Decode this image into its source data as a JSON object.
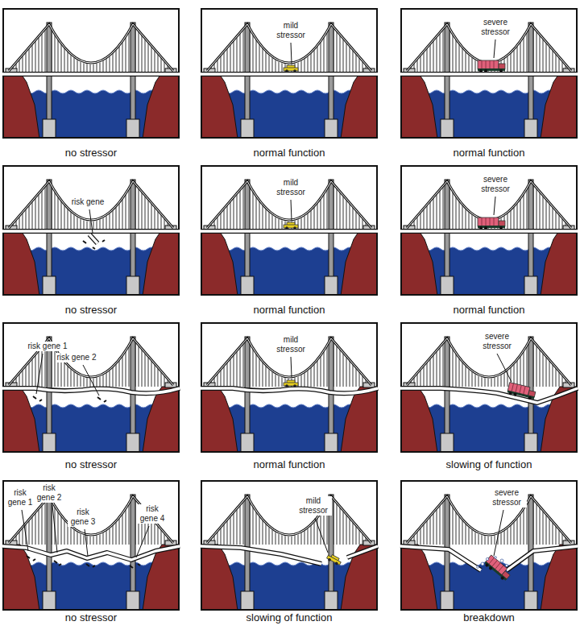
{
  "diagram": {
    "nodes": [
      {
        "text": [
          "no stressor"
        ]
      },
      {
        "text": [
          "mild stressor",
          "normal function"
        ]
      },
      {
        "text": [
          "severe stressor",
          "normal function"
        ]
      },
      {
        "text": [
          "risk gene",
          "no stressor"
        ]
      },
      {
        "text": [
          "mild stressor",
          "normal function"
        ]
      },
      {
        "text": [
          "severe stressor",
          "normal function"
        ]
      },
      {
        "text": [
          "risk gene 1",
          "risk gene 2",
          "no stressor"
        ]
      },
      {
        "text": [
          "mild stressor",
          "normal function"
        ]
      },
      {
        "text": [
          "severe stressor",
          "slowing of function"
        ]
      },
      {
        "text": [
          "risk gene 1",
          "risk gene 2",
          "risk gene 3",
          "risk gene 4",
          "no stressor"
        ]
      },
      {
        "text": [
          "mild stressor",
          "slowing of function"
        ]
      },
      {
        "text": [
          "severe stressor",
          "breakdown"
        ]
      }
    ]
  }
}
